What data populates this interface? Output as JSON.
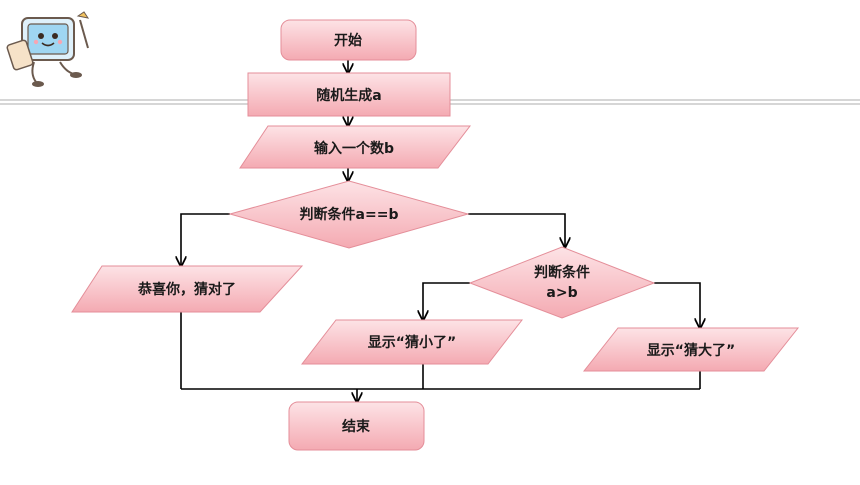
{
  "flowchart": {
    "start": "开始",
    "generate": "随机生成a",
    "input": "输入一个数b",
    "decision1": "判断条件a==b",
    "correct": "恭喜你，猜对了",
    "decision2_line1": "判断条件",
    "decision2_line2": "a>b",
    "too_small": "显示“猜小了”",
    "too_big": "显示“猜大了”",
    "end": "结束"
  },
  "colors": {
    "node_fill_top": "#fde3e6",
    "node_fill_bottom": "#f4aab2",
    "node_stroke": "#e48e99",
    "connector": "#000000",
    "divider": "#bdbdbd"
  },
  "icons": {
    "mascot": "computer-mascot-icon"
  }
}
